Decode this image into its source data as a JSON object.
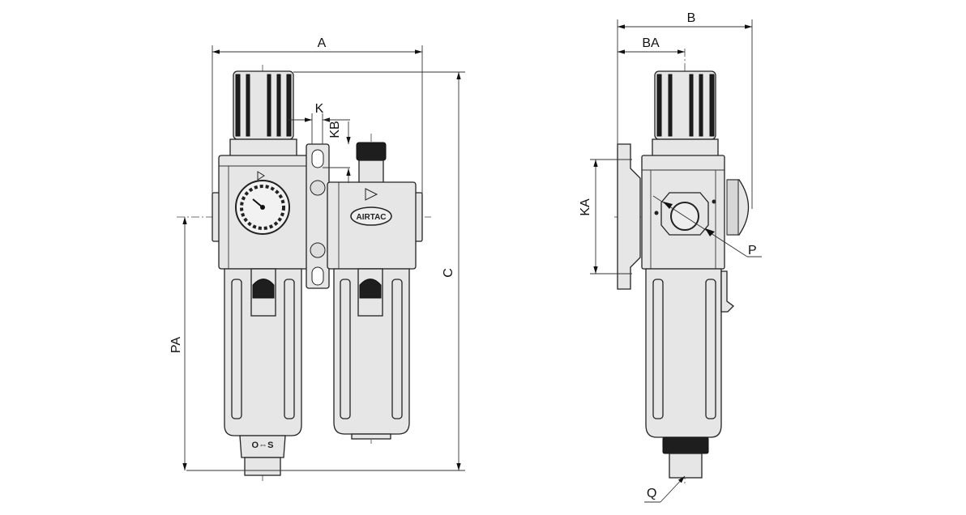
{
  "front_view": {
    "dimensions": {
      "A": "A",
      "C": "C",
      "K": "K",
      "KB": "KB",
      "PA": "PA"
    },
    "brand_logo": "AIRTAC",
    "drain_marking": "O⇔S"
  },
  "side_view": {
    "dimensions": {
      "B": "B",
      "BA": "BA",
      "KA": "KA",
      "P": "P",
      "Q": "Q"
    }
  },
  "colors": {
    "body": "#e6e6e6",
    "outline": "#222222",
    "dark_parts": "#1e1e1e"
  }
}
